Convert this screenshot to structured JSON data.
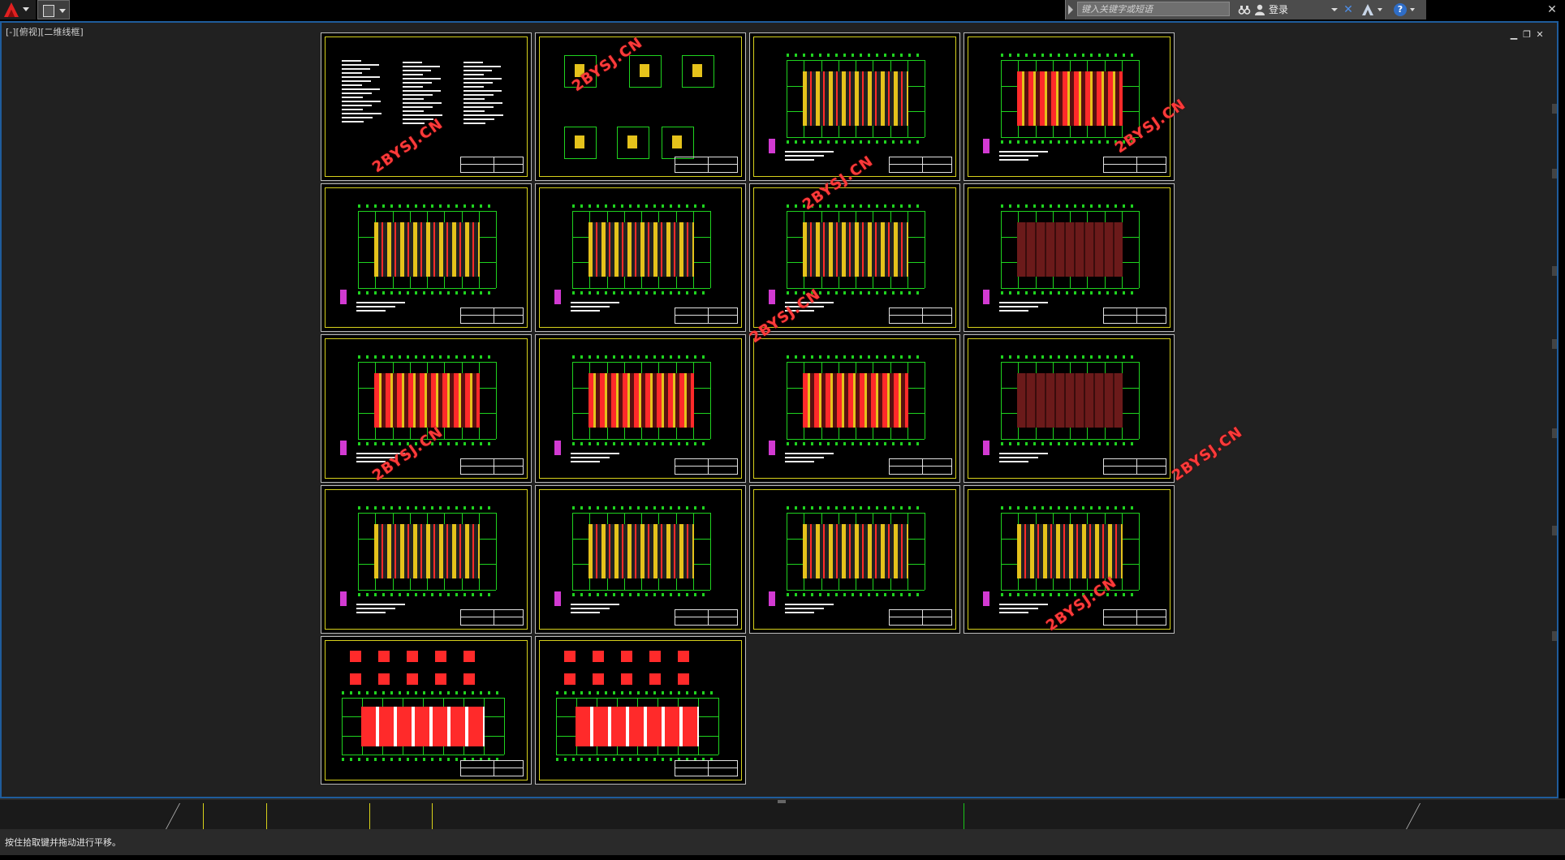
{
  "toolbar": {
    "search_placeholder": "键入关键字或短语",
    "login_label": "登录"
  },
  "viewport": {
    "label": "[-][俯视][二维线框]"
  },
  "watermark_text": "2BYSJ.CN",
  "status": {
    "message": "按住拾取键并拖动进行平移。"
  },
  "colors": {
    "background": "#212121",
    "frame": "#1f5c9c",
    "sheet_border": "#d7d11c",
    "axis": "#1fd31f",
    "walls": "#ff2a2a",
    "rebar": "#e5c21b",
    "watermark": "#ff3a3a"
  },
  "icons": [
    "app-logo-icon",
    "quick-access-icon",
    "binoculars-icon",
    "user-icon",
    "x-exchange-icon",
    "a360-icon",
    "help-icon",
    "close-icon"
  ]
}
